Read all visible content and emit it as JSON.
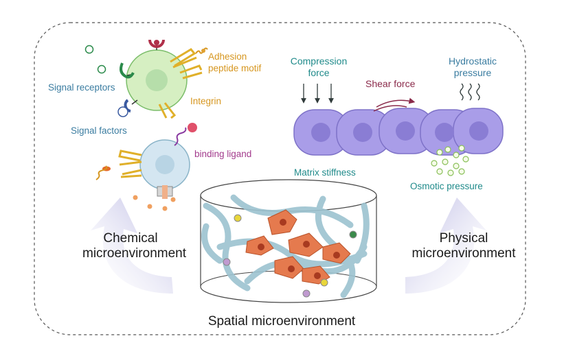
{
  "chemical": {
    "signal_receptors": "Signal receptors",
    "signal_factors": "Signal factors",
    "adhesion_line1": "Adhesion",
    "adhesion_line2": "peptide motif",
    "integrin": "Integrin",
    "binding_ligand": "binding ligand",
    "section_line1": "Chemical",
    "section_line2": "microenvironment"
  },
  "physical": {
    "compression_line1": "Compression",
    "compression_line2": "force",
    "shear_force": "Shear force",
    "hydrostatic_line1": "Hydrostatic",
    "hydrostatic_line2": "pressure",
    "matrix_stiffness": "Matrix stiffness",
    "osmotic_pressure": "Osmotic pressure",
    "section_line1": "Physical",
    "section_line2": "microenvironment"
  },
  "spatial": {
    "section_label": "Spatial microenvironment"
  },
  "colors": {
    "receptor_blue": "#3a7ca0",
    "adhesion_orange": "#d6961f",
    "ligand_purple": "#a23a8c",
    "physical_teal": "#1f8a8a",
    "cell_purple": "#a99de8",
    "cell_green": "#d6efc2",
    "cell_blue": "#d4e6f1",
    "stromal_cell_orange": "#e57a4e",
    "fiber_teal": "#9cc3d0"
  },
  "icons": [
    "arrow-down-icon",
    "wave-icon",
    "curved-arrow-icon",
    "osmotic-dots-icon"
  ]
}
